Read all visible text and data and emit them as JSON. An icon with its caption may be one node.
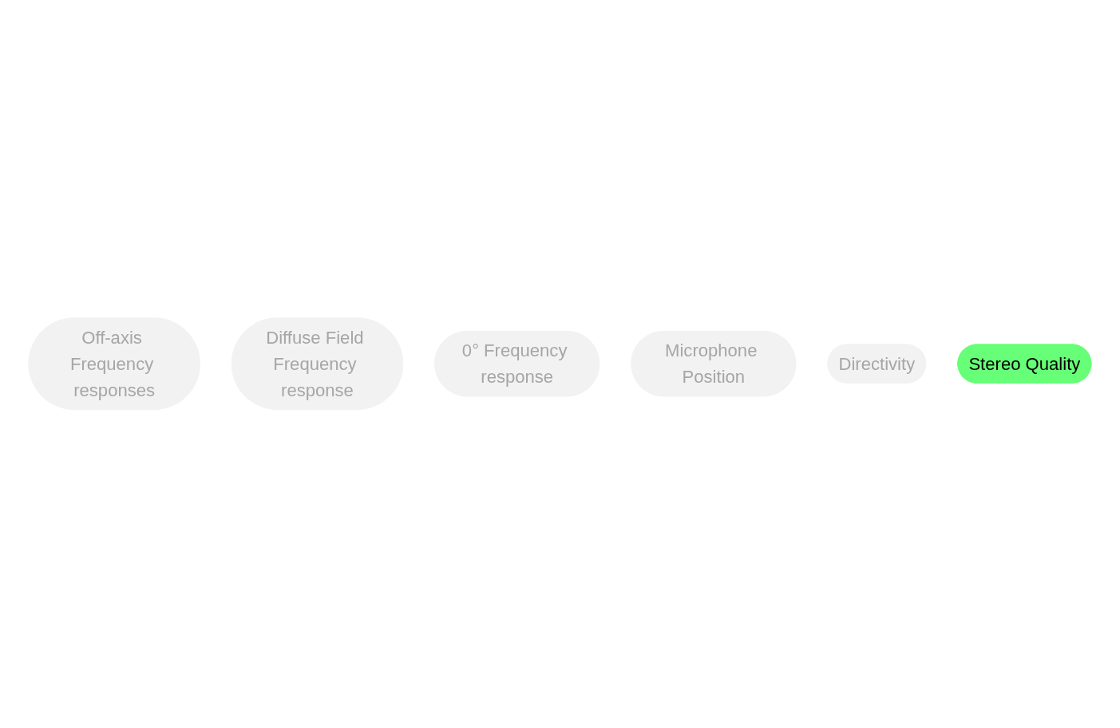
{
  "diagram": {
    "nodes": [
      {
        "text": [
          "Off-axis Frequency responses"
        ]
      },
      {
        "text": [
          "Diffuse Field Frequency response"
        ]
      },
      {
        "text": [
          "0° Frequency response"
        ]
      },
      {
        "text": [
          "Microphone Position"
        ]
      },
      {
        "text": [
          "Directivity"
        ]
      },
      {
        "text": [
          "Stereo Quality"
        ]
      }
    ],
    "edges": []
  }
}
